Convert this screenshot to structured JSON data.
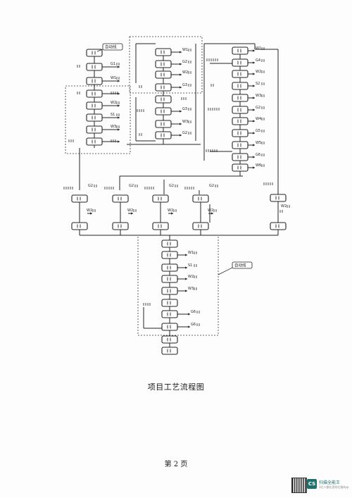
{
  "caption": "项目工艺流程图",
  "page_number": "第 2 页",
  "callouts": {
    "left_auto_line": "自动线",
    "bottom_auto_line": "自动线"
  },
  "waste_labels": {
    "g1": "G1",
    "w1": "W1",
    "s1": "S1",
    "g2": "G2",
    "w2": "W2",
    "s2": "S2",
    "w3": "W3",
    "g3": "G3",
    "g4": "G4",
    "w4": "W4",
    "w5": "W5",
    "w6": "W6",
    "g5": "G5",
    "g6": "G6"
  },
  "stamp": {
    "badge": "CS",
    "title": "扫描全能王",
    "subtitle": "3亿人都在用的扫描App"
  }
}
